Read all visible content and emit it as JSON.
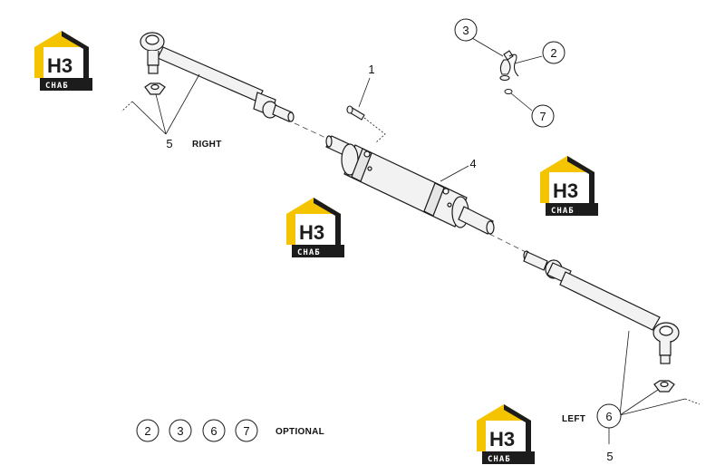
{
  "diagram": {
    "callouts": {
      "c1": "1",
      "c2": "2",
      "c3": "3",
      "c4": "4",
      "c5_right": "5",
      "c5_left": "5",
      "c6": "6",
      "c7": "7"
    },
    "labels": {
      "right": "RIGHT",
      "left": "LEFT",
      "optional": "OPTIONAL"
    },
    "optional_legend": [
      "2",
      "3",
      "6",
      "7"
    ],
    "watermark": {
      "letters": "H3",
      "caption": "СНАБ"
    },
    "colors": {
      "ink": "#1a1a1a",
      "part_fill": "#f2f2f2",
      "logo_yellow": "#f5c400",
      "logo_dark": "#1c1c1c"
    }
  }
}
